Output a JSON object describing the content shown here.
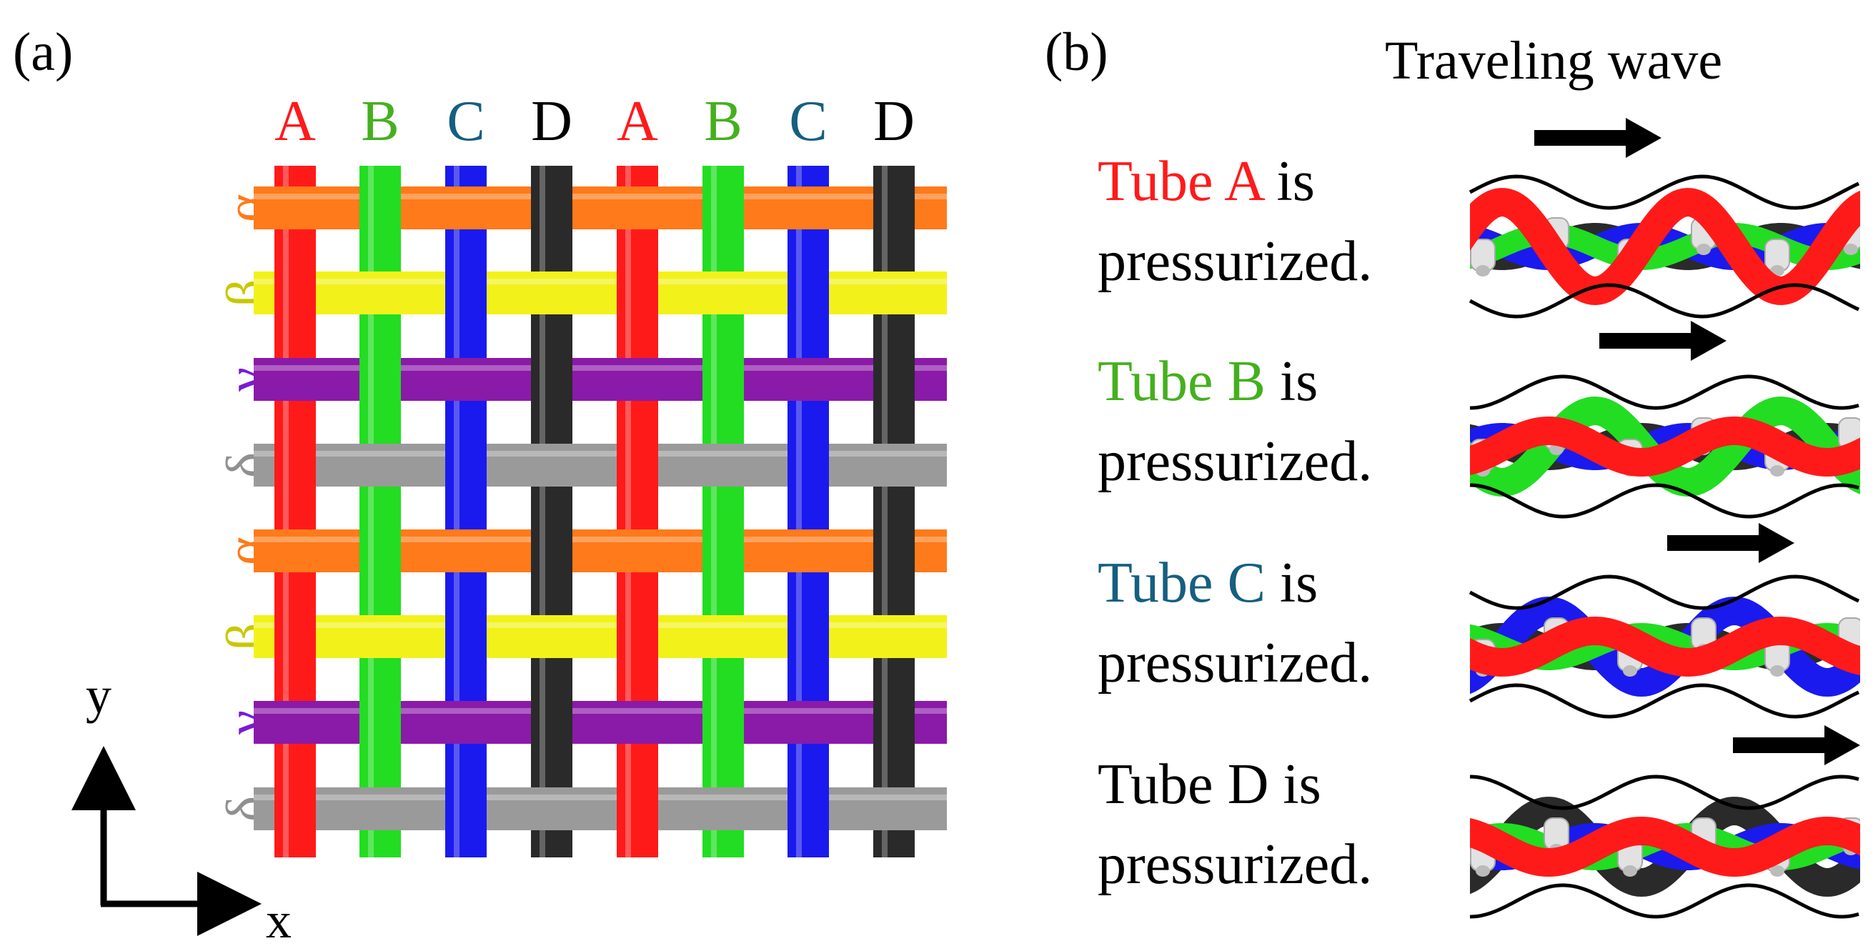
{
  "panel_a": {
    "label": "(a)",
    "column_labels": [
      {
        "text": "A",
        "color": "#ff1a1a"
      },
      {
        "text": "B",
        "color": "#44b01e"
      },
      {
        "text": "C",
        "color": "#155f80"
      },
      {
        "text": "D",
        "color": "#000000"
      },
      {
        "text": "A",
        "color": "#ff1a1a"
      },
      {
        "text": "B",
        "color": "#44b01e"
      },
      {
        "text": "C",
        "color": "#155f80"
      },
      {
        "text": "D",
        "color": "#000000"
      }
    ],
    "row_labels": [
      {
        "text": "α",
        "color": "#ff7a1a"
      },
      {
        "text": "β",
        "color": "#c8c800"
      },
      {
        "text": "γ",
        "color": "#7a1ad6"
      },
      {
        "text": "δ",
        "color": "#909090"
      },
      {
        "text": "α",
        "color": "#ff7a1a"
      },
      {
        "text": "β",
        "color": "#c8c800"
      },
      {
        "text": "γ",
        "color": "#7a1ad6"
      },
      {
        "text": "δ",
        "color": "#909090"
      }
    ],
    "axis_x": "x",
    "axis_y": "y"
  },
  "panel_b": {
    "label": "(b)",
    "header": "Traveling wave",
    "rows": [
      {
        "tube": "Tube A",
        "tube_color": "#ff1a1a",
        "is": " is",
        "line2": "pressurized.",
        "raised": "A"
      },
      {
        "tube": "Tube B",
        "tube_color": "#44b01e",
        "is": " is",
        "line2": "pressurized.",
        "raised": "B"
      },
      {
        "tube": "Tube C",
        "tube_color": "#155f80",
        "is": " is",
        "line2": "pressurized.",
        "raised": "C"
      },
      {
        "tube": "Tube D",
        "tube_color": "#000000",
        "is": " is",
        "line2": "pressurized.",
        "raised": "D"
      }
    ]
  },
  "colors": {
    "tube_A": "#ff1a1a",
    "tube_B": "#22dd22",
    "tube_C": "#1a1aee",
    "tube_D": "#2a2a2a",
    "row_alpha": "#ff7a1a",
    "row_beta": "#f2f21a",
    "row_gamma": "#8a1aa8",
    "row_delta": "#9a9a9a",
    "pin": "#e2e2e2"
  }
}
